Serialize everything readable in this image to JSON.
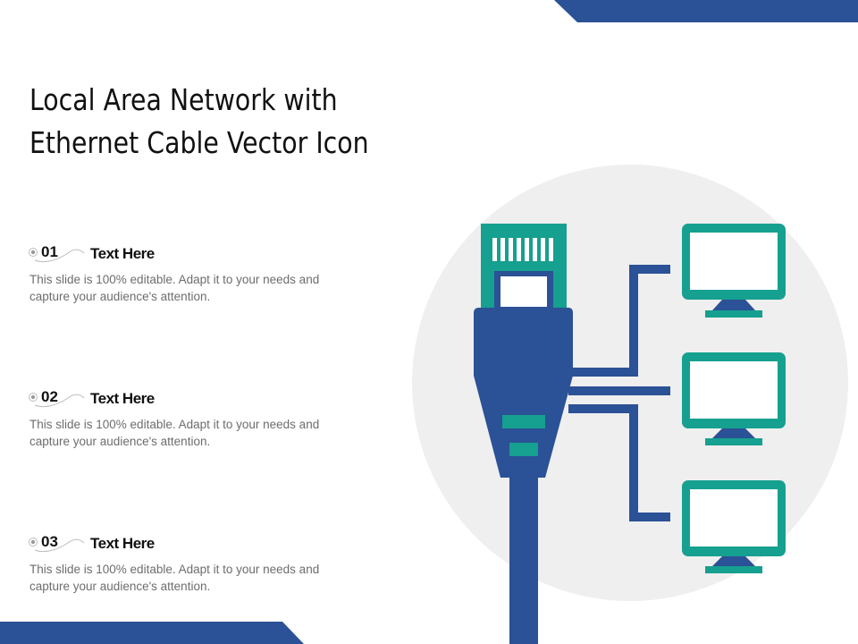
{
  "slide": {
    "title_line1": "Local Area Network with",
    "title_line2": "Ethernet Cable Vector Icon"
  },
  "items": [
    {
      "number": "01",
      "heading": "Text Here",
      "description": "This slide is 100% editable. Adapt it to your needs and capture your audience's attention."
    },
    {
      "number": "02",
      "heading": "Text Here",
      "description": "This slide is 100% editable. Adapt it to your needs and capture your audience's attention."
    },
    {
      "number": "03",
      "heading": "Text Here",
      "description": "This slide is 100% editable. Adapt it to your needs and capture your audience's attention."
    }
  ],
  "colors": {
    "accent_blue": "#2B5196",
    "accent_teal": "#16A08F",
    "circle_bg": "#EFEFEF"
  },
  "icons": [
    "ethernet-plug-icon",
    "computer-monitor-icon",
    "bullet-swirl-icon"
  ]
}
